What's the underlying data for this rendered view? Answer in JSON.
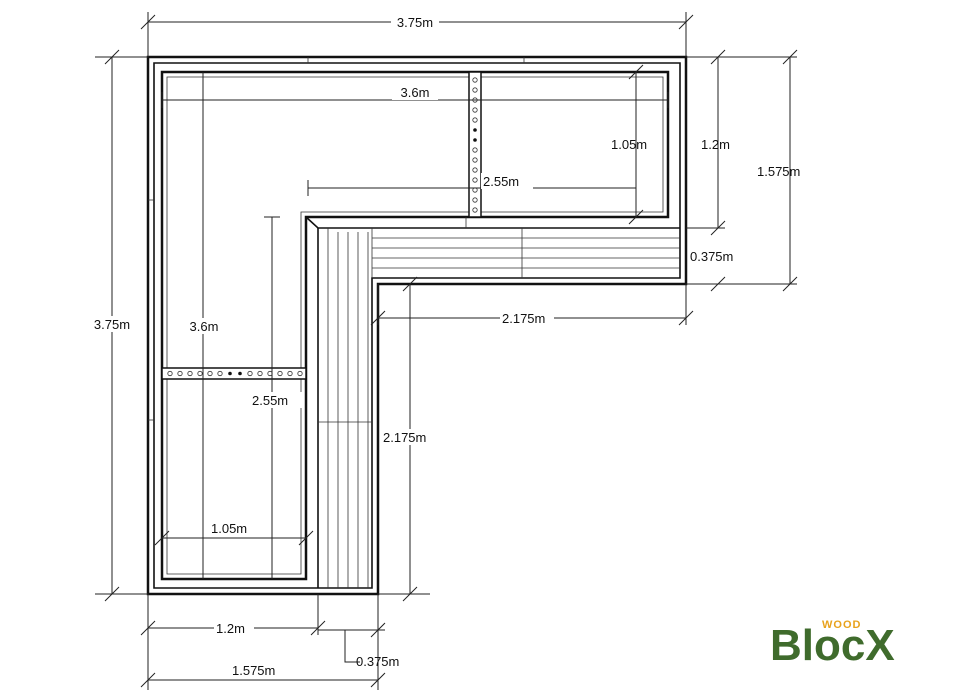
{
  "dimensions": {
    "top_total": "3.75m",
    "left_total": "3.75m",
    "top_inner": "3.6m",
    "left_inner": "3.6m",
    "top_bench_depth": "1.05m",
    "top_right_a": "1.2m",
    "top_right_b": "1.575m",
    "top_seat_depth": "0.375m",
    "top_span": "2.55m",
    "left_span": "2.55m",
    "horizontal_seat": "2.175m",
    "vertical_seat": "2.175m",
    "left_bench_depth": "1.05m",
    "bottom_a": "1.2m",
    "bottom_b": "1.575m",
    "bottom_seat": "0.375m"
  },
  "logo": {
    "small": "WOOD",
    "main": "BlocX"
  },
  "colors": {
    "logo_green": "#3f6b2c",
    "logo_orange": "#e8a21c",
    "ink": "#111111"
  }
}
